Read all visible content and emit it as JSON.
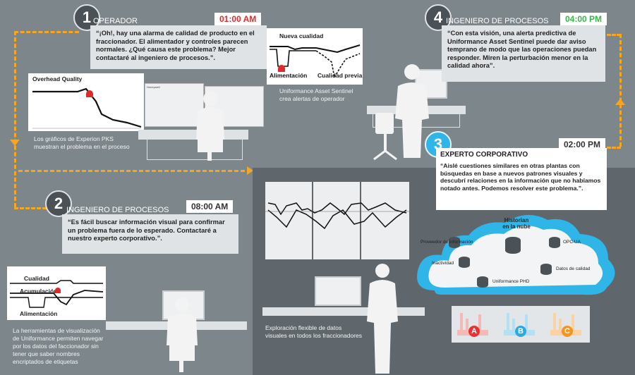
{
  "steps": [
    {
      "number": "1",
      "role": "OPERADOR",
      "time": "01:00 AM",
      "time_color": "#e02a2a",
      "quote": "“¡Oh!, hay una alarma de calidad de producto en el fraccionador. El alimentador y controles parecen normales. ¿Qué causa este problema? Mejor contactaré al ingeniero de procesos.”."
    },
    {
      "number": "2",
      "role": "INGENIERO DE PROCESOS",
      "time": "08:00 AM",
      "time_color": "#333333",
      "quote": "“Es fácil buscar información visual para confirmar un problema fuera de lo esperado. Contactaré a nuestro experto corporativo.”."
    },
    {
      "number": "3",
      "role": "EXPERTO CORPORATIVO",
      "time": "02:00 PM",
      "time_color": "#333333",
      "quote": "“Aislé cuestiones similares en otras plantas con búsquedas en base a nuevos patrones visuales y descubrí relaciones en la información que no habíamos notado antes. Podemos resolver este problema.”."
    },
    {
      "number": "4",
      "role": "INGENIERO DE PROCESOS",
      "time": "04:00 PM",
      "time_color": "#39b54a",
      "quote": "“Con esta visión, una alerta predictiva de Uniformance Asset Sentinel puede dar aviso temprano de modo que las operaciones puedan responder. Miren la perturbación menor en la calidad ahora”."
    }
  ],
  "charts": {
    "overhead": {
      "title": "Overhead Quality"
    },
    "nueva": {
      "title": "Nueva cualidad",
      "alimentacion": "Alimentación",
      "cualidad_previa": "Cualidad previa"
    },
    "step2": {
      "cualidad": "Cualidad",
      "acumulacion": "Acumulación",
      "alimentacion": "Alimentación"
    }
  },
  "screen_brand": "Honeywell",
  "captions": {
    "experion": "Los gráficos de Experion PKS muestran el problema en el proceso",
    "sentinel": "Uniformance Asset Sentinel crea alertas de operador",
    "visualization": "La herramientas de visualización de Uniformance permiten navegar por los datos del faccionador sin tener que saber nombres encriptados de etiquetas",
    "exploration": "Exploración flexible de datos visuales en todos los fraccionadores"
  },
  "cloud": {
    "title_line1": "Historian",
    "title_line2": "en la nube",
    "nodes": [
      "Proveedor de información",
      "OPC UA",
      "Inactividad",
      "Datos de calidad",
      "Uniformance PHD"
    ]
  },
  "plants": [
    "A",
    "B",
    "C"
  ],
  "colors": {
    "accent": "#f5a623",
    "alarm": "#e02a2a",
    "plant_a": "#e8322f",
    "plant_b": "#29abe2",
    "plant_c": "#f7941d",
    "cloud": "#29abe2"
  }
}
